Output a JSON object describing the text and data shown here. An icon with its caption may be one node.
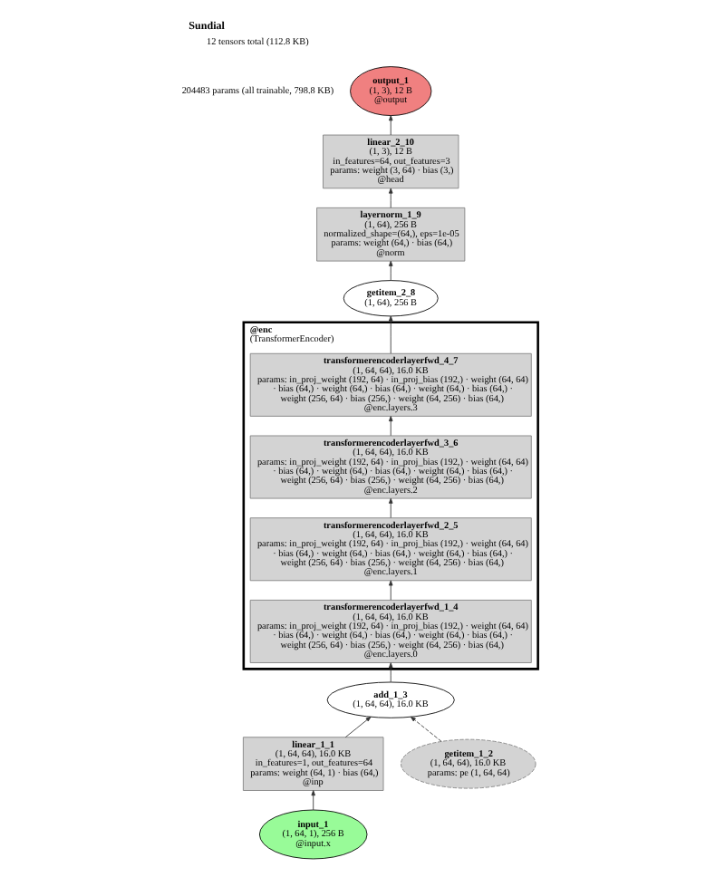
{
  "diagram": {
    "title": "Sundial",
    "labels": [
      "12 tensors total (112.8 KB)",
      "204483 params (all trainable, 798.8 KB)"
    ],
    "nodes": [
      {
        "text": [
          "output_1",
          "(1, 3), 12 B",
          "@output"
        ]
      },
      {
        "text": [
          "linear_2_10",
          "(1, 3), 12 B",
          "in_features=64, out_features=3",
          "params: weight (3, 64) · bias (3,)",
          "@head"
        ]
      },
      {
        "text": [
          "layernorm_1_9",
          "(1, 64), 256 B",
          "normalized_shape=(64,), eps=1e-05",
          "params: weight (64,) · bias (64,)",
          "@norm"
        ]
      },
      {
        "text": [
          "getitem_2_8",
          "(1, 64), 256 B"
        ]
      },
      {
        "text": [
          "@enc",
          "(TransformerEncoder)"
        ]
      },
      {
        "text": [
          "transformerencoderlayerfwd_4_7",
          "(1, 64, 64), 16.0 KB",
          "params: in_proj_weight (192, 64) · in_proj_bias (192,) · weight (64, 64) · bias (64,) · weight (64,) · bias (64,) · weight (64,) · bias (64,) · weight (256, 64) · bias (256,) · weight (64, 256) · bias (64,)",
          "@enc.layers.3"
        ],
        "in": 4
      },
      {
        "text": [
          "transformerencoderlayerfwd_3_6",
          "(1, 64, 64), 16.0 KB",
          "params: in_proj_weight (192, 64) · in_proj_bias (192,) · weight (64, 64) · bias (64,) · weight (64,) · bias (64,) · weight (64,) · bias (64,) · weight (256, 64) · bias (256,) · weight (64, 256) · bias (64,)",
          "@enc.layers.2"
        ],
        "in": 4
      },
      {
        "text": [
          "transformerencoderlayerfwd_2_5",
          "(1, 64, 64), 16.0 KB",
          "params: in_proj_weight (192, 64) · in_proj_bias (192,) · weight (64, 64) · bias (64,) · weight (64,) · bias (64,) · weight (64,) · bias (64,) · weight (256, 64) · bias (256,) · weight (64, 256) · bias (64,)",
          "@enc.layers.1"
        ],
        "in": 4
      },
      {
        "text": [
          "transformerencoderlayerfwd_1_4",
          "(1, 64, 64), 16.0 KB",
          "params: in_proj_weight (192, 64) · in_proj_bias (192,) · weight (64, 64) · bias (64,) · weight (64,) · bias (64,) · weight (64,) · bias (64,) · weight (256, 64) · bias (256,) · weight (64, 256) · bias (64,)",
          "@enc.layers.0"
        ],
        "in": 4
      },
      {
        "text": [
          "add_1_3",
          "(1, 64, 64), 16.0 KB"
        ]
      },
      {
        "text": [
          "linear_1_1",
          "(1, 64, 64), 16.0 KB",
          "in_features=1, out_features=64",
          "params: weight (64, 1) · bias (64,)",
          "@inp"
        ]
      },
      {
        "text": [
          "getitem_1_2",
          "(1, 64, 64), 16.0 KB",
          "params: pe (1, 64, 64)"
        ]
      },
      {
        "text": [
          "input_1",
          "(1, 64, 1), 256 B",
          "@input.x"
        ]
      }
    ],
    "edges": [
      {
        "from": 12,
        "to": 10,
        "arrow": "to"
      },
      {
        "from": 10,
        "to": 9,
        "arrow": "to"
      },
      {
        "from": 11,
        "to": 9,
        "arrow": "to",
        "style": "dashed"
      },
      {
        "from": 9,
        "to": 8,
        "arrow": "to"
      },
      {
        "from": 8,
        "to": 7,
        "arrow": "to"
      },
      {
        "from": 7,
        "to": 6,
        "arrow": "to"
      },
      {
        "from": 6,
        "to": 5,
        "arrow": "to"
      },
      {
        "from": 5,
        "to": 3,
        "arrow": "to"
      },
      {
        "from": 3,
        "to": 2,
        "arrow": "to"
      },
      {
        "from": 2,
        "to": 1,
        "arrow": "to"
      },
      {
        "from": 1,
        "to": 0,
        "arrow": "to"
      }
    ]
  }
}
